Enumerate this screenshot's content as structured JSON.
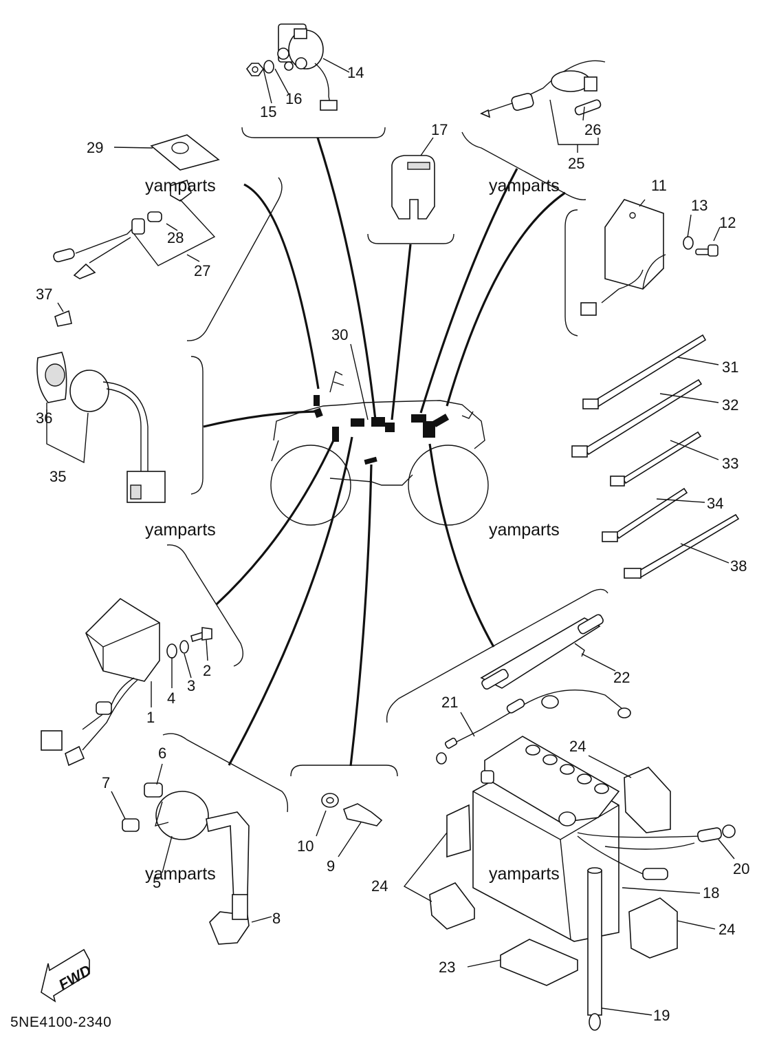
{
  "diagram": {
    "part_code": "5NE4100-2340",
    "fwd_label": "FWD",
    "watermark": "yamparts",
    "callouts": [
      {
        "id": "c1",
        "text": "1"
      },
      {
        "id": "c2",
        "text": "2"
      },
      {
        "id": "c3",
        "text": "3"
      },
      {
        "id": "c4",
        "text": "4"
      },
      {
        "id": "c5",
        "text": "5"
      },
      {
        "id": "c6",
        "text": "6"
      },
      {
        "id": "c7",
        "text": "7"
      },
      {
        "id": "c8",
        "text": "8"
      },
      {
        "id": "c9",
        "text": "9"
      },
      {
        "id": "c10",
        "text": "10"
      },
      {
        "id": "c11",
        "text": "11"
      },
      {
        "id": "c12",
        "text": "12"
      },
      {
        "id": "c13",
        "text": "13"
      },
      {
        "id": "c14",
        "text": "14"
      },
      {
        "id": "c15",
        "text": "15"
      },
      {
        "id": "c16",
        "text": "16"
      },
      {
        "id": "c17",
        "text": "17"
      },
      {
        "id": "c18",
        "text": "18"
      },
      {
        "id": "c19",
        "text": "19"
      },
      {
        "id": "c20",
        "text": "20"
      },
      {
        "id": "c21",
        "text": "21"
      },
      {
        "id": "c22",
        "text": "22"
      },
      {
        "id": "c23",
        "text": "23"
      },
      {
        "id": "c24a",
        "text": "24"
      },
      {
        "id": "c24b",
        "text": "24"
      },
      {
        "id": "c24c",
        "text": "24"
      },
      {
        "id": "c25",
        "text": "25"
      },
      {
        "id": "c26",
        "text": "26"
      },
      {
        "id": "c27",
        "text": "27"
      },
      {
        "id": "c28",
        "text": "28"
      },
      {
        "id": "c29",
        "text": "29"
      },
      {
        "id": "c30",
        "text": "30"
      },
      {
        "id": "c31",
        "text": "31"
      },
      {
        "id": "c32",
        "text": "32"
      },
      {
        "id": "c33",
        "text": "33"
      },
      {
        "id": "c34",
        "text": "34"
      },
      {
        "id": "c35",
        "text": "35"
      },
      {
        "id": "c36",
        "text": "36"
      },
      {
        "id": "c37",
        "text": "37"
      },
      {
        "id": "c38",
        "text": "38"
      }
    ]
  }
}
